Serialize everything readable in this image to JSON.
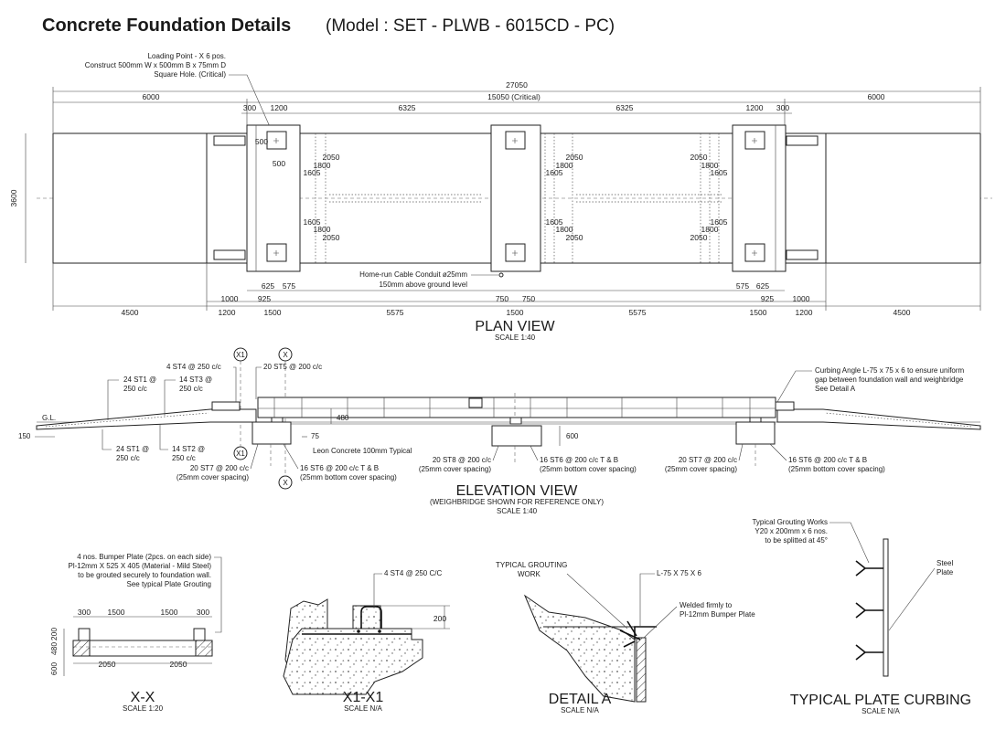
{
  "title": "Concrete Foundation Details",
  "model": "(Model : SET - PLWB - 6015CD - PC)",
  "plan": {
    "view_title": "PLAN VIEW",
    "scale": "SCALE 1:40",
    "loading_note": [
      "Loading Point - X 6 pos.",
      "Construct 500mm W x 500mm B x 75mm D",
      "Square Hole. (Critical)"
    ],
    "overall": "27050",
    "left_approach": "6000",
    "critical": "15050 (Critical)",
    "right_approach": "6000",
    "top_dims": [
      "300",
      "1200",
      "6325",
      "6325",
      "1200",
      "300"
    ],
    "height": "3600",
    "side_dims": [
      "300",
      "1500",
      "1500",
      "300"
    ],
    "pier_dims": [
      "500",
      "500",
      "2050",
      "1800",
      "1605",
      "1605",
      "1800",
      "2050"
    ],
    "conduit_note": [
      "Home-run Cable Conduit ø25mm",
      "150mm above ground level"
    ],
    "under_dims": [
      "625",
      "575",
      "575",
      "625",
      "1000",
      "925",
      "750",
      "750",
      "925",
      "1000"
    ],
    "bottom_dims": [
      "4500",
      "1200",
      "1500",
      "5575",
      "1500",
      "5575",
      "1500",
      "1200",
      "4500"
    ]
  },
  "elevation": {
    "view_title": "ELEVATION VIEW",
    "subtitle": "(WEIGHBRIDGE SHOWN FOR REFERENCE ONLY)",
    "scale": "SCALE 1:40",
    "section_tags": [
      "X1",
      "X",
      "X1",
      "X"
    ],
    "labels": {
      "gl": "G.L.",
      "d150": "150",
      "st1_top": [
        "24 ST1 @",
        "250 c/c"
      ],
      "st3": [
        "14 ST3 @",
        "250 c/c"
      ],
      "st4": "4 ST4 @ 250 c/c",
      "st5": "20 ST5 @ 200 c/c",
      "curbing": [
        "Curbing Angle L-75 x 75 x 6 to ensure uniform",
        "gap between foundation wall and weighbridge",
        "See Detail A"
      ],
      "d480": "480",
      "d75": "75",
      "d600": "600",
      "st1_bot": [
        "24 ST1 @",
        "250 c/c"
      ],
      "st2": [
        "14 ST2 @",
        "250 c/c"
      ],
      "leon": "Leon Concrete 100mm Typical",
      "st7_left": [
        "20 ST7 @ 200 c/c",
        "(25mm cover spacing)"
      ],
      "st6_left": [
        "16 ST6 @ 200 c/c T & B",
        "(25mm bottom cover spacing)"
      ],
      "st8": [
        "20 ST8 @ 200 c/c",
        "(25mm cover spacing)"
      ],
      "st6_mid": [
        "16 ST6 @ 200 c/c T & B",
        "(25mm bottom cover spacing)"
      ],
      "st7_right": [
        "20 ST7 @ 200 c/c",
        "(25mm cover spacing)"
      ],
      "st6_right": [
        "16 ST6 @ 200 c/c T & B",
        "(25mm bottom cover spacing)"
      ]
    }
  },
  "xx": {
    "view_title": "X-X",
    "scale": "SCALE 1:20",
    "note": [
      "4 nos. Bumper Plate (2pcs. on each side)",
      "Pl-12mm X 525 X 405 (Material - Mild Steel)",
      "to be grouted securely to foundation wall.",
      "See typical Plate Grouting"
    ],
    "dims_top": [
      "300",
      "1500",
      "1500",
      "300"
    ],
    "dims_side": [
      "200",
      "480",
      "600"
    ],
    "dims_bottom": [
      "2050",
      "2050"
    ]
  },
  "x1": {
    "view_title": "X1-X1",
    "scale": "SCALE N/A",
    "rebar": "4 ST4 @ 250 C/C",
    "dim": "200"
  },
  "detail_a": {
    "view_title": "DETAIL A",
    "scale": "SCALE N/A",
    "grouting": [
      "TYPICAL GROUTING",
      "WORK"
    ],
    "angle": "L-75 X 75 X 6",
    "welded": [
      "Welded firmly to",
      "Pl-12mm Bumper Plate"
    ]
  },
  "curbing": {
    "view_title": "TYPICAL PLATE CURBING",
    "scale": "SCALE N/A",
    "grouting": [
      "Typical Grouting Works",
      "Y20 x 200mm x 6 nos.",
      "to be splitted at 45°"
    ],
    "steel": [
      "Steel",
      "Plate"
    ]
  }
}
